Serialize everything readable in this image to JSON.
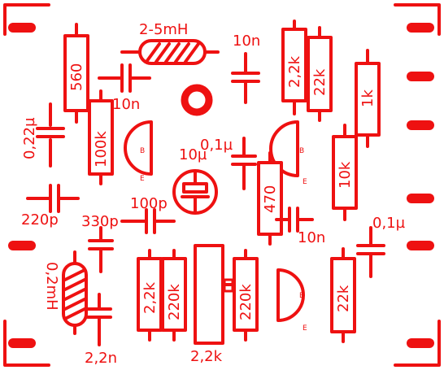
{
  "colors": {
    "trace": "#ee1111",
    "background": "#ffffff"
  },
  "components": {
    "inductor_top": "2-5mH",
    "r560": "560",
    "c10n_top": "10n",
    "c10n_left": "10n",
    "r2k2_top": "2,2k",
    "r22k_top": "22k",
    "r1k": "1k",
    "c022u": "0,22µ",
    "r100k": "100k",
    "t1_base": "B",
    "t1_emitter": "E",
    "c10u": "10µ",
    "c01u_mid": "0,1µ",
    "t2_base": "B",
    "t2_emitter": "E",
    "r10k": "10k",
    "c220p": "220p",
    "c100p": "100p",
    "c330p": "330p",
    "r470": "470",
    "c10n_mid": "10n",
    "c01u_right": "0,1µ",
    "inductor_left": "0,2mH",
    "r2k2_bottom": "2,2k",
    "r220k_bottom": "220k",
    "r220k_right": "220k",
    "t3_base": "B",
    "t3_emitter": "E",
    "r22k_right": "22k",
    "c22n": "2,2n",
    "r2k2_large": "2,2k"
  }
}
